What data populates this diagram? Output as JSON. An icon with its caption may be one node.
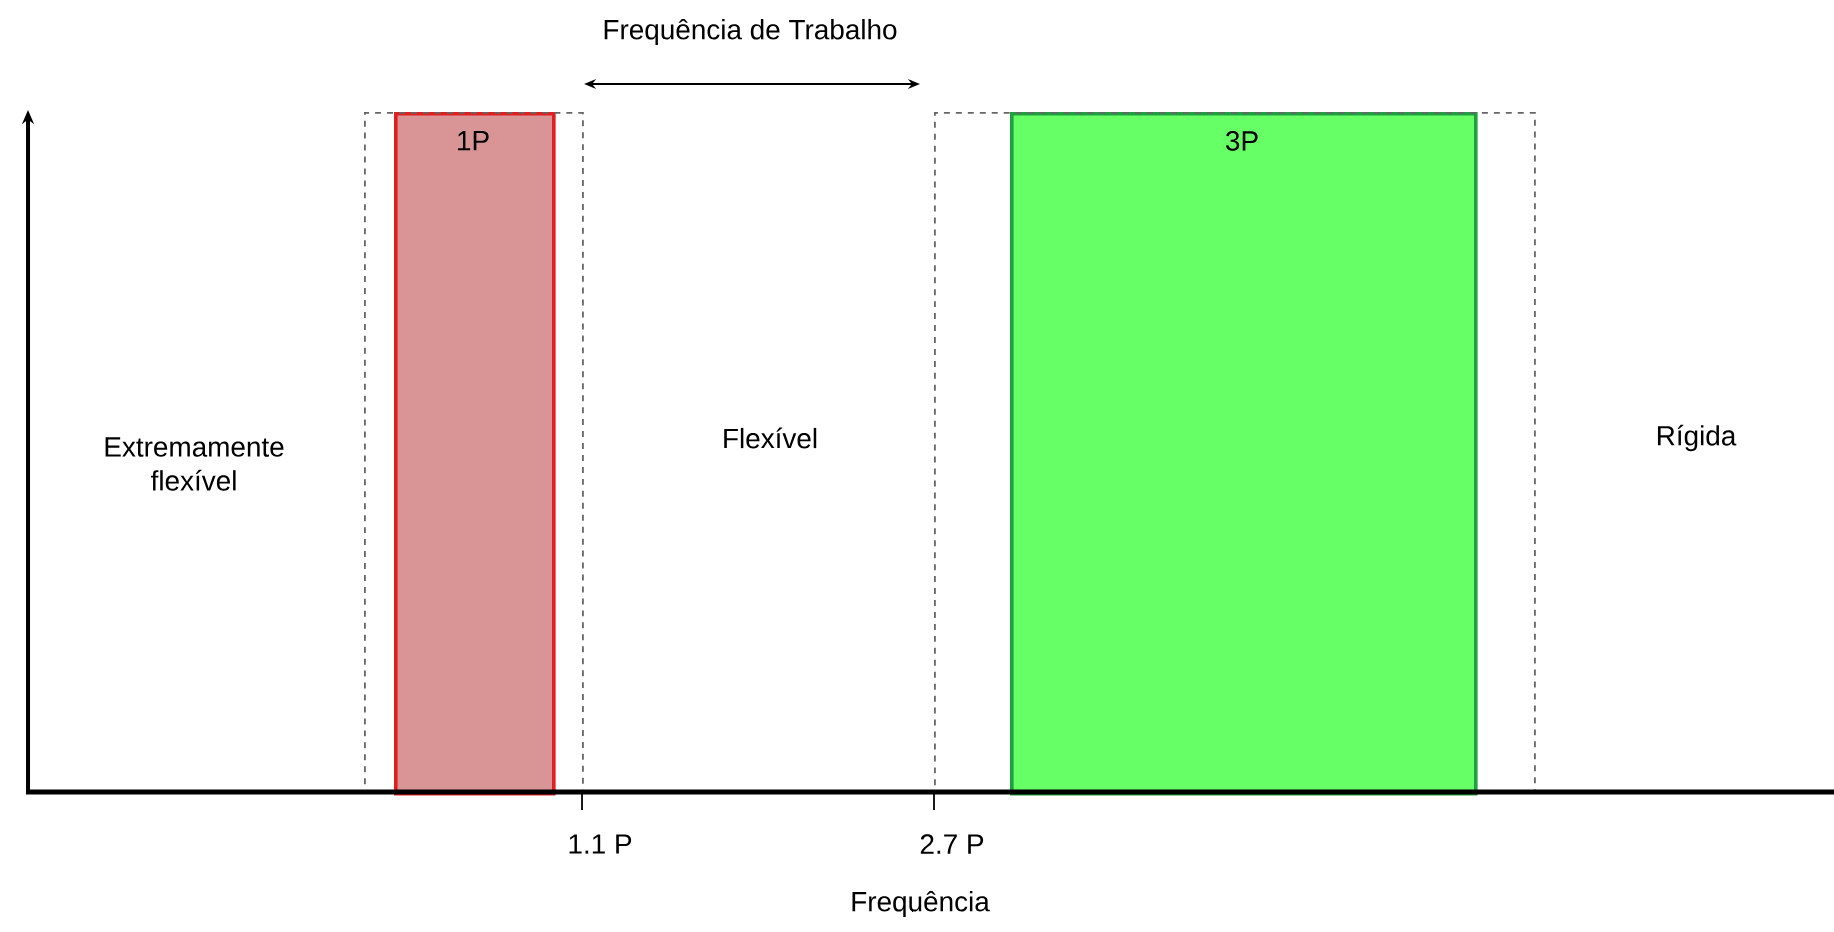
{
  "diagram": {
    "nodes": [
      {
        "text": [],
        "shape": "box"
      },
      {
        "text": [
          "1P"
        ],
        "in": 0
      },
      {
        "text": [],
        "shape": "box"
      },
      {
        "text": [
          "3P"
        ],
        "in": 2
      }
    ],
    "labels": [
      "Frequência de Trabalho",
      "Extremamente flexível",
      "Flexível",
      "Rígida",
      "1.1 P",
      "2.7 P",
      "Frequência"
    ]
  }
}
